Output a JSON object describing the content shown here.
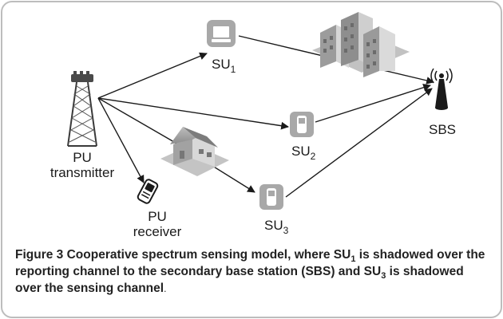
{
  "nodes": {
    "su1": {
      "base": "SU",
      "sub": "1"
    },
    "su2": {
      "base": "SU",
      "sub": "2"
    },
    "su3": {
      "base": "SU",
      "sub": "3"
    },
    "sbs": {
      "label": "SBS"
    },
    "pu_tx": {
      "line1": "PU",
      "line2": "transmitter"
    },
    "pu_rx": {
      "line1": "PU",
      "line2": "receiver"
    }
  },
  "caption": {
    "figure_label": "Figure 3",
    "text_1": " Cooperative spectrum sensing model, where SU",
    "sub_1": "1",
    "text_2": " is shadowed over the reporting channel to the secondary base station (SBS) and SU",
    "sub_2": "3",
    "text_3": " is shadowed over the sensing channel",
    "end": "."
  },
  "icons": {
    "tower": "pu-transmitter-tower-icon",
    "phone": "pu-receiver-phone-icon",
    "laptop": "su1-laptop-icon",
    "mobile_2": "su2-mobile-icon",
    "mobile_3": "su3-mobile-icon",
    "antenna": "sbs-antenna-icon",
    "buildings": "buildings-obstacle-icon",
    "house": "house-obstacle-icon"
  },
  "colors": {
    "line": "#1a1a1a",
    "border": "#bdbdbd",
    "icon_gray": "#9a9a9a"
  }
}
